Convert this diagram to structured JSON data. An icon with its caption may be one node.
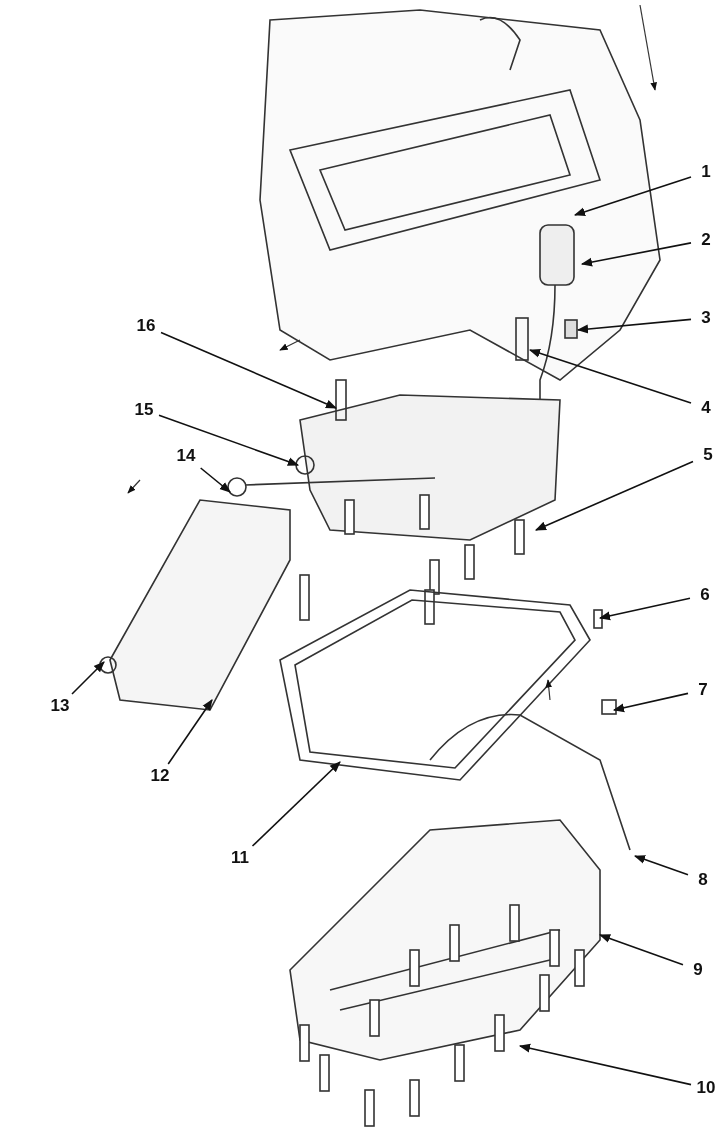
{
  "diagram": {
    "nodes": [
      {
        "text": [
          "1"
        ]
      },
      {
        "text": [
          "2"
        ]
      },
      {
        "text": [
          "3"
        ]
      },
      {
        "text": [
          "16"
        ]
      },
      {
        "text": [
          "4"
        ]
      },
      {
        "text": [
          "15"
        ]
      },
      {
        "text": [
          "14"
        ]
      },
      {
        "text": [
          "5"
        ]
      },
      {
        "text": [
          "6"
        ]
      },
      {
        "text": [
          "7"
        ]
      },
      {
        "text": [
          "13"
        ]
      },
      {
        "text": [
          "12"
        ]
      },
      {
        "text": [
          "11"
        ]
      },
      {
        "text": [
          "8"
        ]
      },
      {
        "text": [
          "9"
        ]
      },
      {
        "text": [
          "10"
        ]
      }
    ],
    "edges": [
      {
        "from": 0,
        "to": null,
        "arrow": "to"
      },
      {
        "from": 1,
        "to": null,
        "arrow": "to"
      },
      {
        "from": 2,
        "to": null,
        "arrow": "to"
      },
      {
        "from": 3,
        "to": null,
        "arrow": "to"
      },
      {
        "from": 4,
        "to": null,
        "arrow": "to"
      },
      {
        "from": 5,
        "to": null,
        "arrow": "to"
      },
      {
        "from": 6,
        "to": null,
        "arrow": "to"
      },
      {
        "from": 7,
        "to": null,
        "arrow": "to"
      },
      {
        "from": 8,
        "to": null,
        "arrow": "to"
      },
      {
        "from": 9,
        "to": null,
        "arrow": "to"
      },
      {
        "from": 10,
        "to": null,
        "arrow": "to"
      },
      {
        "from": 11,
        "to": null,
        "arrow": "to"
      },
      {
        "from": 12,
        "to": null,
        "arrow": "to"
      },
      {
        "from": 13,
        "to": null,
        "arrow": "to"
      },
      {
        "from": 14,
        "to": null,
        "arrow": "to"
      },
      {
        "from": 15,
        "to": null,
        "arrow": "to"
      }
    ]
  }
}
